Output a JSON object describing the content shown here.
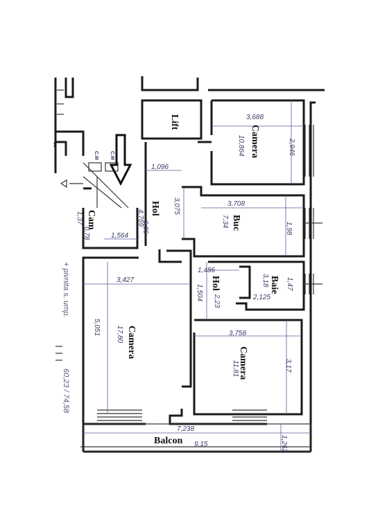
{
  "rooms": {
    "lift": "Lift",
    "camera_top": "Camera",
    "hol_main": "Hol",
    "buc": "Buc",
    "cam_small": "Cam",
    "hol_small": "Hol",
    "baie": "Baie",
    "camera_left": "Camera",
    "camera_right": "Camera",
    "balcon": "Balcon"
  },
  "areas": {
    "camera_top": "10,864",
    "hol_main": "6,06",
    "buc": "7,34",
    "cam_small": "0,78",
    "hol_small": "2,23",
    "baie": "3,18",
    "camera_left": "17,80",
    "camera_right": "11,81"
  },
  "dimensions": {
    "camera_top_w": "3,688",
    "camera_top_h": "2,946",
    "hol_w": "1,096",
    "hol_h": "4,769",
    "buc_w": "3,708",
    "buc_h": "1,98",
    "buc_side": "3,075",
    "cam_w": "1,564",
    "cam_h": "1,37",
    "hol_small_w": "1,486",
    "hol_small_h": "1,504",
    "baie_w": "2,125",
    "baie_h": "1,47",
    "camera_left_w": "3,427",
    "camera_left_h": "5,051",
    "camera_right_w": "3,758",
    "camera_right_h": "3,17",
    "balcon_w1": "7,238",
    "balcon_w2": "9,15",
    "balcon_h": "1,262"
  },
  "annotations": {
    "side_note": "+ pivnita s. ump.",
    "totals": "60,23 / 74,58",
    "marker_left": "1",
    "cm_a": "C.M",
    "cm_b": "C.M"
  }
}
